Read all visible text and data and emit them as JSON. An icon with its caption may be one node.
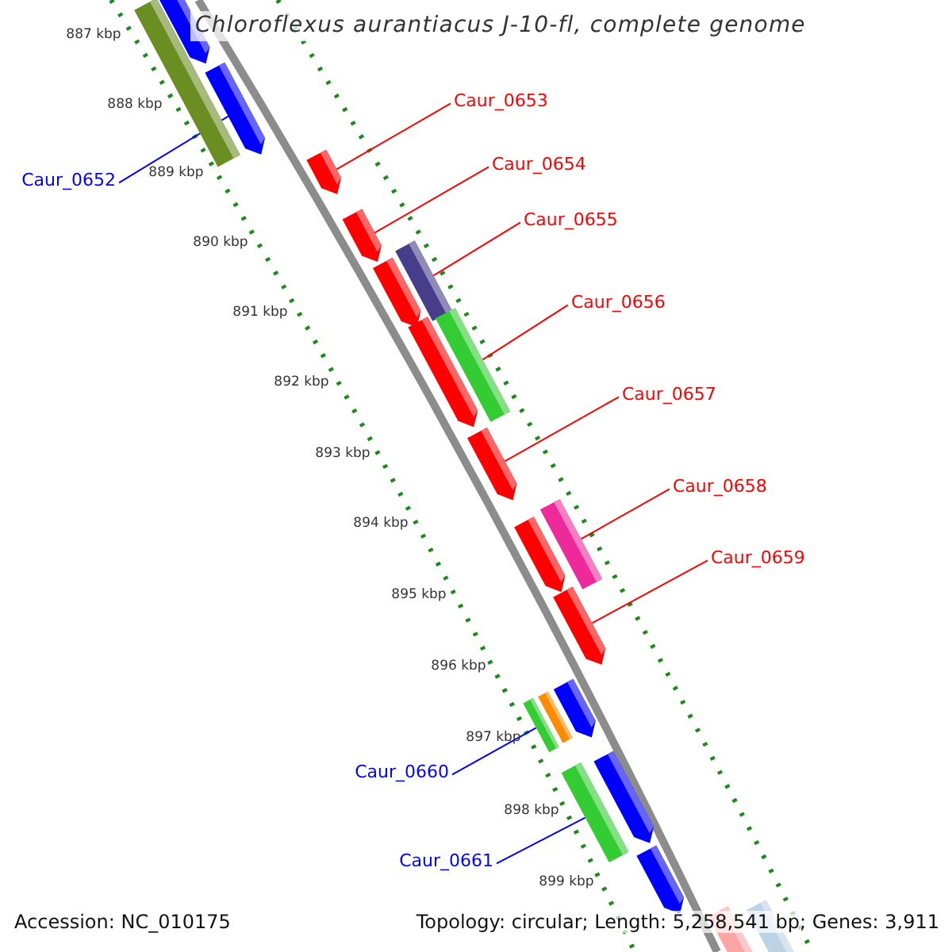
{
  "diagram": {
    "title": "Chloroflexus aurantiacus J-10-fl, complete genome",
    "nodes": [
      {
        "text": [
          "Caur_0653"
        ]
      },
      {
        "text": [
          "Caur_0654"
        ]
      },
      {
        "text": [
          "Caur_0652"
        ]
      },
      {
        "text": [
          "Caur_0655"
        ]
      },
      {
        "text": [
          "Caur_0656"
        ]
      },
      {
        "text": [
          "Caur_0657"
        ]
      },
      {
        "text": [
          "Caur_0658"
        ]
      },
      {
        "text": [
          "Caur_0659"
        ]
      },
      {
        "text": [
          "Caur_0660"
        ]
      },
      {
        "text": [
          "Caur_0661"
        ]
      },
      {
        "text": [],
        "shape": "bar"
      },
      {
        "text": [],
        "shape": "bar"
      },
      {
        "text": [],
        "shape": "bar"
      },
      {
        "text": [],
        "shape": "bar"
      },
      {
        "text": [],
        "shape": "bar"
      },
      {
        "text": [],
        "shape": "bar"
      },
      {
        "text": [],
        "shape": "bar"
      },
      {
        "text": [],
        "shape": "bar"
      },
      {
        "text": [],
        "shape": "bar"
      },
      {
        "text": [],
        "shape": "bar"
      },
      {
        "text": [],
        "shape": "bar"
      },
      {
        "text": [],
        "shape": "bar"
      },
      {
        "text": [],
        "shape": "bar"
      },
      {
        "text": [],
        "shape": "bar"
      },
      {
        "text": [],
        "shape": "bar"
      },
      {
        "text": [],
        "shape": "bar"
      },
      {
        "text": [],
        "shape": "bar"
      },
      {
        "text": [],
        "shape": "bar"
      },
      {
        "text": [],
        "shape": "bar"
      },
      {
        "text": [],
        "shape": "bar"
      },
      {
        "text": [],
        "shape": "bar"
      }
    ],
    "edges": [
      {
        "from": 0,
        "to": 13,
        "arrow": "none"
      },
      {
        "from": 1,
        "to": 14,
        "arrow": "none"
      },
      {
        "from": 2,
        "to": 12,
        "arrow": "none",
        "color": "#0000ff"
      },
      {
        "from": 3,
        "to": 15,
        "arrow": "none"
      },
      {
        "from": 4,
        "to": 17,
        "arrow": "none"
      },
      {
        "from": 5,
        "to": 19,
        "arrow": "none"
      },
      {
        "from": 6,
        "to": 20,
        "arrow": "none"
      },
      {
        "from": 7,
        "to": 22,
        "arrow": "none"
      },
      {
        "from": 8,
        "to": 25,
        "arrow": "none",
        "color": "#0000ff"
      },
      {
        "from": 9,
        "to": 27,
        "arrow": "none",
        "color": "#0000ff"
      }
    ],
    "labels": [
      "887 kbp",
      "888 kbp",
      "889 kbp",
      "890 kbp",
      "891 kbp",
      "892 kbp",
      "893 kbp",
      "894 kbp",
      "895 kbp",
      "896 kbp",
      "897 kbp",
      "898 kbp",
      "899 kbp",
      "Accession: NC_010175",
      "Topology: circular; Length: 5,258,541 bp; Genes: 3,911"
    ]
  }
}
